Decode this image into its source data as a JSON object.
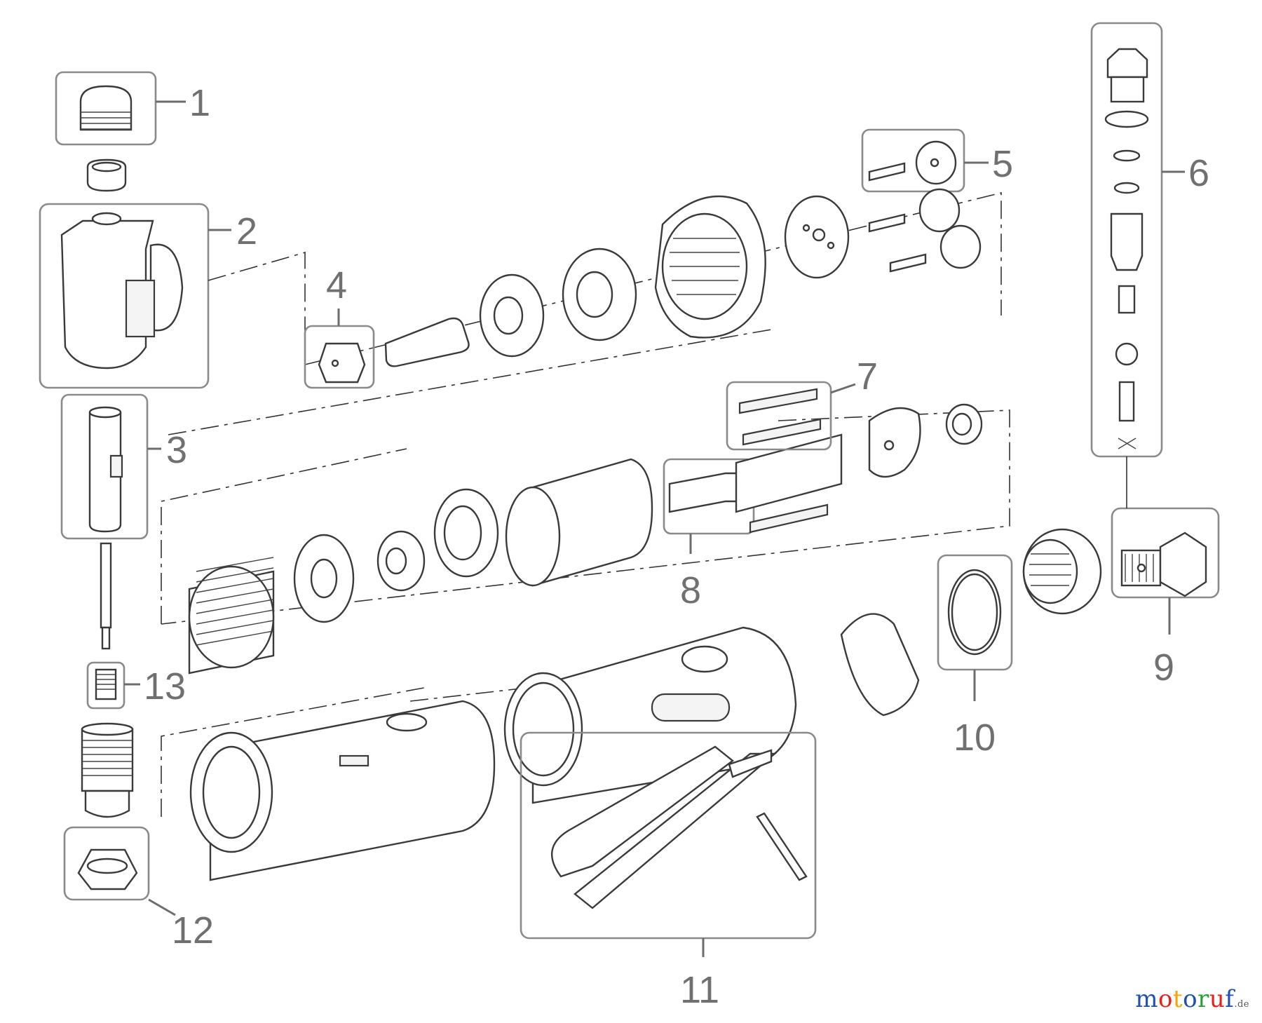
{
  "callouts": [
    "1",
    "2",
    "3",
    "4",
    "5",
    "6",
    "7",
    "8",
    "9",
    "10",
    "11",
    "12",
    "13"
  ],
  "brand": {
    "name": "motoruf",
    "tld": ".de",
    "letter_colors": [
      "#1f4fb0",
      "#e2231a",
      "#f7a400",
      "#1f4fb0",
      "#2a9d3a",
      "#e2231a",
      "#1f4fb0"
    ]
  }
}
